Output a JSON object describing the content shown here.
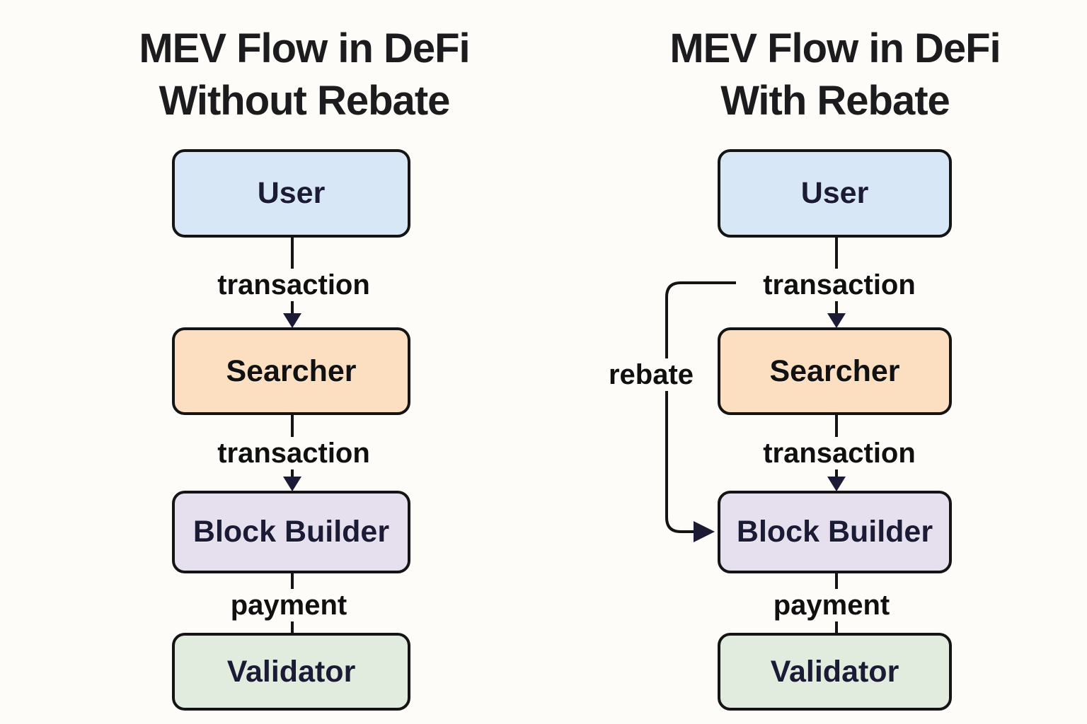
{
  "background_color": "#fdfcf8",
  "colors": {
    "box_border": "#141414",
    "line": "#141414",
    "arrowhead": "#1b1b36",
    "title_text": "#1c1c1e",
    "edge_label_text": "#101010",
    "user_fill": "#d7e7f5",
    "searcher_fill": "#fcdfc0",
    "block_builder_fill": "#e6dfee",
    "validator_fill": "#e1ebde",
    "navy_label_text": "#1b1b36",
    "black_label_text": "#111111"
  },
  "diagrams": [
    {
      "id": "without-rebate",
      "title_line1": "MEV Flow in DeFi",
      "title_line2": "Without Rebate",
      "nodes": [
        {
          "id": "user",
          "label": "User",
          "fill": "#d7e7f5",
          "text_color": "#1b1b36"
        },
        {
          "id": "searcher",
          "label": "Searcher",
          "fill": "#fcdfc0",
          "text_color": "#111111"
        },
        {
          "id": "block-builder",
          "label": "Block Builder",
          "fill": "#e6dfee",
          "text_color": "#1b1b36"
        },
        {
          "id": "validator",
          "label": "Validator",
          "fill": "#e1ebde",
          "text_color": "#1b1b36"
        }
      ],
      "edges": [
        {
          "from": "user",
          "to": "searcher",
          "label": "transaction",
          "arrowhead": true
        },
        {
          "from": "searcher",
          "to": "block-builder",
          "label": "transaction",
          "arrowhead": true
        },
        {
          "from": "block-builder",
          "to": "validator",
          "label": "payment",
          "arrowhead": false
        }
      ]
    },
    {
      "id": "with-rebate",
      "title_line1": "MEV Flow in DeFi",
      "title_line2": "With Rebate",
      "nodes": [
        {
          "id": "user",
          "label": "User",
          "fill": "#d7e7f5",
          "text_color": "#1b1b36"
        },
        {
          "id": "searcher",
          "label": "Searcher",
          "fill": "#fcdfc0",
          "text_color": "#111111"
        },
        {
          "id": "block-builder",
          "label": "Block Builder",
          "fill": "#e6dfee",
          "text_color": "#1b1b36"
        },
        {
          "id": "validator",
          "label": "Validator",
          "fill": "#e1ebde",
          "text_color": "#1b1b36"
        }
      ],
      "edges": [
        {
          "from": "user",
          "to": "searcher",
          "label": "transaction",
          "arrowhead": true
        },
        {
          "from": "searcher",
          "to": "block-builder",
          "label": "transaction",
          "arrowhead": true
        },
        {
          "from": "block-builder",
          "to": "validator",
          "label": "payment",
          "arrowhead": false
        },
        {
          "from": "user",
          "to": "block-builder",
          "label": "rebate",
          "arrowhead": true,
          "style": "elbow-left"
        }
      ]
    }
  ]
}
